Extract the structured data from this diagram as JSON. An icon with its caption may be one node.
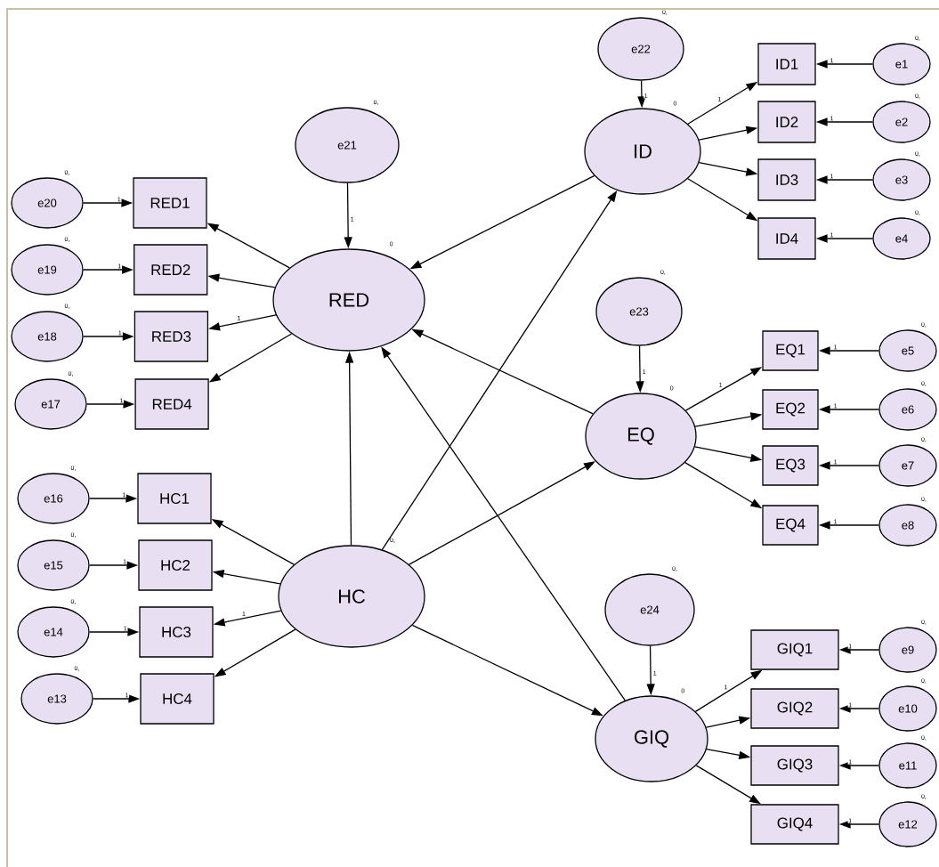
{
  "diagram": {
    "nodes": [
      {
        "text": [
          "RED"
        ],
        "beside": [
          "0"
        ]
      },
      {
        "text": [
          "e21"
        ],
        "beside": [
          "0,"
        ]
      },
      {
        "text": [
          "RED1"
        ]
      },
      {
        "text": [
          "RED2"
        ]
      },
      {
        "text": [
          "RED3"
        ]
      },
      {
        "text": [
          "RED4"
        ]
      },
      {
        "text": [
          "e20"
        ],
        "beside": [
          "0,"
        ]
      },
      {
        "text": [
          "e19"
        ],
        "beside": [
          "0,"
        ]
      },
      {
        "text": [
          "e18"
        ],
        "beside": [
          "0,"
        ]
      },
      {
        "text": [
          "e17"
        ],
        "beside": [
          "0,"
        ]
      },
      {
        "text": [
          "HC"
        ],
        "beside": [
          "0,"
        ]
      },
      {
        "text": [
          "HC1"
        ]
      },
      {
        "text": [
          "HC2"
        ]
      },
      {
        "text": [
          "HC3"
        ]
      },
      {
        "text": [
          "HC4"
        ]
      },
      {
        "text": [
          "e16"
        ],
        "beside": [
          "0,"
        ]
      },
      {
        "text": [
          "e15"
        ],
        "beside": [
          "0,"
        ]
      },
      {
        "text": [
          "e14"
        ],
        "beside": [
          "0,"
        ]
      },
      {
        "text": [
          "e13"
        ],
        "beside": [
          "0,"
        ]
      },
      {
        "text": [
          "ID"
        ],
        "beside": [
          "0"
        ]
      },
      {
        "text": [
          "e22"
        ],
        "beside": [
          "0,"
        ]
      },
      {
        "text": [
          "ID1"
        ]
      },
      {
        "text": [
          "ID2"
        ]
      },
      {
        "text": [
          "ID3"
        ]
      },
      {
        "text": [
          "ID4"
        ]
      },
      {
        "text": [
          "e1"
        ],
        "beside": [
          "0,"
        ]
      },
      {
        "text": [
          "e2"
        ],
        "beside": [
          "0,"
        ]
      },
      {
        "text": [
          "e3"
        ],
        "beside": [
          "0,"
        ]
      },
      {
        "text": [
          "e4"
        ],
        "beside": [
          "0,"
        ]
      },
      {
        "text": [
          "EQ"
        ],
        "beside": [
          "0"
        ]
      },
      {
        "text": [
          "e23"
        ],
        "beside": [
          "0,"
        ]
      },
      {
        "text": [
          "EQ1"
        ]
      },
      {
        "text": [
          "EQ2"
        ]
      },
      {
        "text": [
          "EQ3"
        ]
      },
      {
        "text": [
          "EQ4"
        ]
      },
      {
        "text": [
          "e5"
        ],
        "beside": [
          "0,"
        ]
      },
      {
        "text": [
          "e6"
        ],
        "beside": [
          "0,"
        ]
      },
      {
        "text": [
          "e7"
        ],
        "beside": [
          "0,"
        ]
      },
      {
        "text": [
          "e8"
        ],
        "beside": [
          "0,"
        ]
      },
      {
        "text": [
          "GIQ"
        ],
        "beside": [
          "0"
        ]
      },
      {
        "text": [
          "e24"
        ],
        "beside": [
          "0,"
        ]
      },
      {
        "text": [
          "GIQ1"
        ]
      },
      {
        "text": [
          "GIQ2"
        ]
      },
      {
        "text": [
          "GIQ3"
        ]
      },
      {
        "text": [
          "GIQ4"
        ]
      },
      {
        "text": [
          "e9"
        ],
        "beside": [
          "0,"
        ]
      },
      {
        "text": [
          "e10"
        ],
        "beside": [
          "0,"
        ]
      },
      {
        "text": [
          "e11"
        ],
        "beside": [
          "0,"
        ]
      },
      {
        "text": [
          "e12"
        ],
        "beside": [
          "0,"
        ]
      }
    ],
    "edges": [
      {
        "from": 1,
        "to": 0,
        "arrow": "to",
        "label": "1"
      },
      {
        "from": 0,
        "to": 2,
        "arrow": "to"
      },
      {
        "from": 0,
        "to": 3,
        "arrow": "to"
      },
      {
        "from": 0,
        "to": 4,
        "arrow": "to",
        "label": "1"
      },
      {
        "from": 0,
        "to": 5,
        "arrow": "to"
      },
      {
        "from": 6,
        "to": 2,
        "arrow": "to",
        "label": "1"
      },
      {
        "from": 7,
        "to": 3,
        "arrow": "to",
        "label": "1"
      },
      {
        "from": 8,
        "to": 4,
        "arrow": "to",
        "label": "1"
      },
      {
        "from": 9,
        "to": 5,
        "arrow": "to",
        "label": "1"
      },
      {
        "from": 10,
        "to": 11,
        "arrow": "to"
      },
      {
        "from": 10,
        "to": 12,
        "arrow": "to"
      },
      {
        "from": 10,
        "to": 13,
        "arrow": "to",
        "label": "1"
      },
      {
        "from": 10,
        "to": 14,
        "arrow": "to"
      },
      {
        "from": 15,
        "to": 11,
        "arrow": "to",
        "label": "1"
      },
      {
        "from": 16,
        "to": 12,
        "arrow": "to",
        "label": "1"
      },
      {
        "from": 17,
        "to": 13,
        "arrow": "to",
        "label": "1"
      },
      {
        "from": 18,
        "to": 14,
        "arrow": "to",
        "label": "1"
      },
      {
        "from": 20,
        "to": 19,
        "arrow": "to",
        "label": "1"
      },
      {
        "from": 19,
        "to": 21,
        "arrow": "to",
        "label": "1"
      },
      {
        "from": 19,
        "to": 22,
        "arrow": "to"
      },
      {
        "from": 19,
        "to": 23,
        "arrow": "to"
      },
      {
        "from": 19,
        "to": 24,
        "arrow": "to"
      },
      {
        "from": 25,
        "to": 21,
        "arrow": "to",
        "label": "1"
      },
      {
        "from": 26,
        "to": 22,
        "arrow": "to",
        "label": "1"
      },
      {
        "from": 27,
        "to": 23,
        "arrow": "to",
        "label": "1"
      },
      {
        "from": 28,
        "to": 24,
        "arrow": "to",
        "label": "1"
      },
      {
        "from": 30,
        "to": 29,
        "arrow": "to",
        "label": "1"
      },
      {
        "from": 29,
        "to": 31,
        "arrow": "to",
        "label": "1"
      },
      {
        "from": 29,
        "to": 32,
        "arrow": "to"
      },
      {
        "from": 29,
        "to": 33,
        "arrow": "to"
      },
      {
        "from": 29,
        "to": 34,
        "arrow": "to"
      },
      {
        "from": 35,
        "to": 31,
        "arrow": "to",
        "label": "1"
      },
      {
        "from": 36,
        "to": 32,
        "arrow": "to",
        "label": "1"
      },
      {
        "from": 37,
        "to": 33,
        "arrow": "to",
        "label": "1"
      },
      {
        "from": 38,
        "to": 34,
        "arrow": "to",
        "label": "1"
      },
      {
        "from": 40,
        "to": 39,
        "arrow": "to",
        "label": "1"
      },
      {
        "from": 39,
        "to": 41,
        "arrow": "to",
        "label": "1"
      },
      {
        "from": 39,
        "to": 42,
        "arrow": "to"
      },
      {
        "from": 39,
        "to": 43,
        "arrow": "to"
      },
      {
        "from": 39,
        "to": 44,
        "arrow": "to"
      },
      {
        "from": 45,
        "to": 41,
        "arrow": "to",
        "label": "1"
      },
      {
        "from": 46,
        "to": 42,
        "arrow": "to",
        "label": "1"
      },
      {
        "from": 47,
        "to": 43,
        "arrow": "to",
        "label": "1"
      },
      {
        "from": 48,
        "to": 44,
        "arrow": "to",
        "label": "1"
      },
      {
        "from": 19,
        "to": 0,
        "arrow": "to"
      },
      {
        "from": 29,
        "to": 0,
        "arrow": "to"
      },
      {
        "from": 39,
        "to": 0,
        "arrow": "to"
      },
      {
        "from": 10,
        "to": 0,
        "arrow": "to"
      },
      {
        "from": 10,
        "to": 19,
        "arrow": "to"
      },
      {
        "from": 10,
        "to": 29,
        "arrow": "to"
      },
      {
        "from": 10,
        "to": 39,
        "arrow": "to"
      }
    ]
  }
}
